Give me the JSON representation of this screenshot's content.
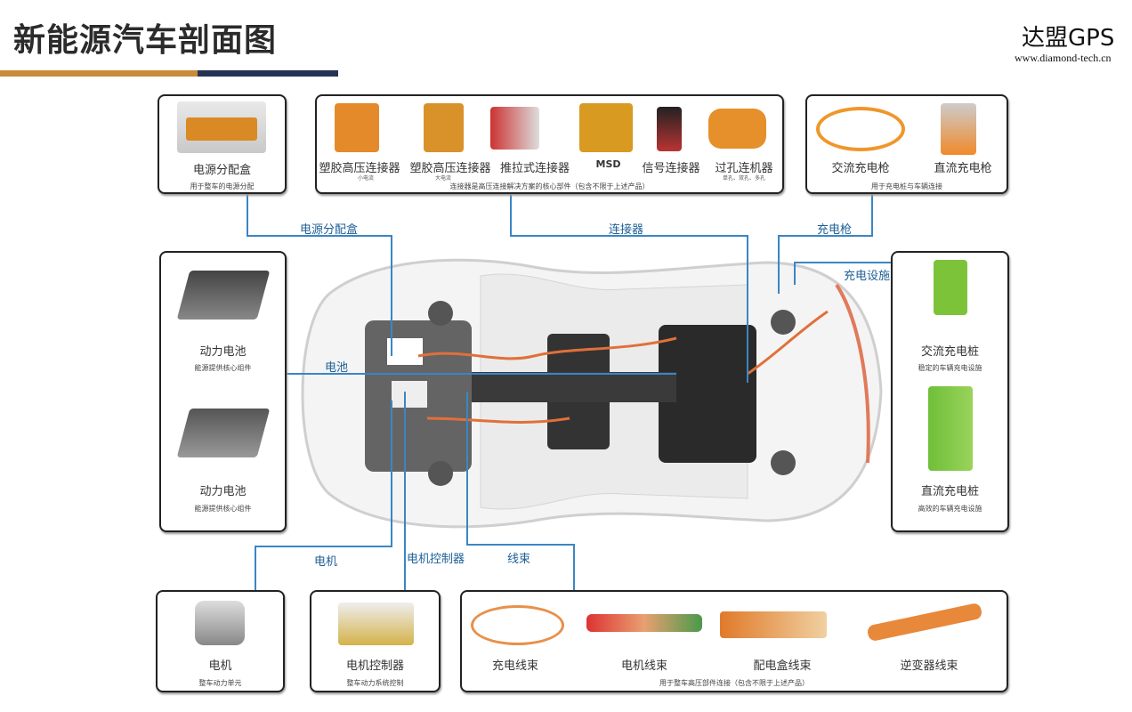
{
  "header": {
    "title": "新能源汽车剖面图",
    "logo": "达盟GPS",
    "url": "www.diamond-tech.cn"
  },
  "boxes": {
    "pdu": {
      "label": "电源分配盒",
      "desc": "用于整车的电源分配"
    },
    "connectors": {
      "items": [
        {
          "label": "塑胶高压连接器",
          "note": "小电流"
        },
        {
          "label": "塑胶高压连接器",
          "note": "大电流"
        },
        {
          "label": "推拉式连接器"
        },
        {
          "label": "MSD"
        },
        {
          "label": "信号连接器"
        },
        {
          "label": "过孔连机器",
          "note": "单孔、双孔、多孔"
        }
      ],
      "desc": "连接器是高压连接解决方案的核心部件（包含不限于上述产品）"
    },
    "guns": {
      "items": [
        {
          "label": "交流充电枪"
        },
        {
          "label": "直流充电枪"
        }
      ],
      "desc": "用于充电桩与车辆连接"
    },
    "battery": {
      "items": [
        {
          "label": "动力电池",
          "desc": "能源提供核心组件"
        },
        {
          "label": "动力电池",
          "desc": "能源提供核心组件"
        }
      ]
    },
    "piles": {
      "items": [
        {
          "label": "交流充电桩",
          "desc": "稳定的车辆充电设施"
        },
        {
          "label": "直流充电桩",
          "desc": "高效的车辆充电设施"
        }
      ]
    },
    "motor": {
      "label": "电机",
      "desc": "整车动力单元"
    },
    "controller": {
      "label": "电机控制器",
      "desc": "整车动力系统控制"
    },
    "harness": {
      "items": [
        {
          "label": "充电线束"
        },
        {
          "label": "电机线束"
        },
        {
          "label": "配电盒线束"
        },
        {
          "label": "逆变器线束"
        }
      ],
      "desc": "用于整车高压部件连接（包含不限于上述产品）"
    }
  },
  "callouts": {
    "pdu": "电源分配盒",
    "connector": "连接器",
    "gun": "充电枪",
    "facility": "充电设施",
    "battery": "电池",
    "motor": "电机",
    "controller": "电机控制器",
    "harness": "线束"
  },
  "colors": {
    "line": "#3a86c4",
    "gold": "#c98a3a",
    "navy": "#263454"
  }
}
